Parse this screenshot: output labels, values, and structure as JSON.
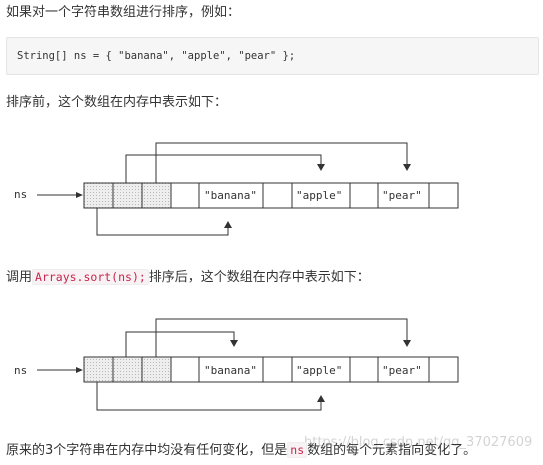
{
  "p1": "如果对一个字符串数组进行排序，例如：",
  "code": "String[] ns = { \"banana\", \"apple\", \"pear\" };",
  "p2": "排序前，这个数组在内存中表示如下：",
  "p3": {
    "prefix": "调用",
    "code": "Arrays.sort(ns);",
    "suffix": "排序后，这个数组在内存中表示如下："
  },
  "p4": {
    "prefix": "原来的3个字符串在内存中均没有任何变化，但是",
    "code": "ns",
    "suffix": "数组的每个元素指向变化了。"
  },
  "watermark": "https://blog.csdn.net/qq_37027609",
  "diagram_before": {
    "var_label": "ns",
    "cells": [
      "",
      "",
      "",
      "",
      "\"banana\"",
      "",
      "\"apple\"",
      "",
      "\"pear\""
    ]
  },
  "diagram_after": {
    "var_label": "ns",
    "cells": [
      "",
      "",
      "",
      "",
      "\"banana\"",
      "",
      "\"apple\"",
      "",
      "\"pear\""
    ]
  }
}
